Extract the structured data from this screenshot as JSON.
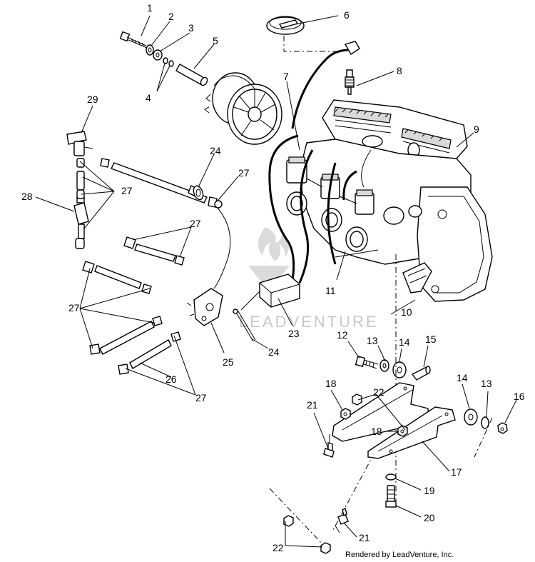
{
  "diagram": {
    "callouts": {
      "c1": "1",
      "c2": "2",
      "c3": "3",
      "c4": "4",
      "c5": "5",
      "c6": "6",
      "c7": "7",
      "c8": "8",
      "c9": "9",
      "c10": "10",
      "c11": "11",
      "c12": "12",
      "c13a": "13",
      "c13b": "13",
      "c14a": "14",
      "c14b": "14",
      "c15": "15",
      "c16": "16",
      "c17": "17",
      "c18a": "18",
      "c18b": "18",
      "c19": "19",
      "c20": "20",
      "c21a": "21",
      "c21b": "21",
      "c22a": "22",
      "c22b": "22",
      "c23": "23",
      "c24a": "24",
      "c24b": "24",
      "c25": "25",
      "c26": "26",
      "c27a": "27",
      "c27b": "27",
      "c27c": "27",
      "c27d": "27",
      "c27e": "27",
      "c28": "28",
      "c29": "29"
    },
    "watermark": "LEADVENTURE",
    "credit": "Rendered by LeadVenture, Inc."
  }
}
